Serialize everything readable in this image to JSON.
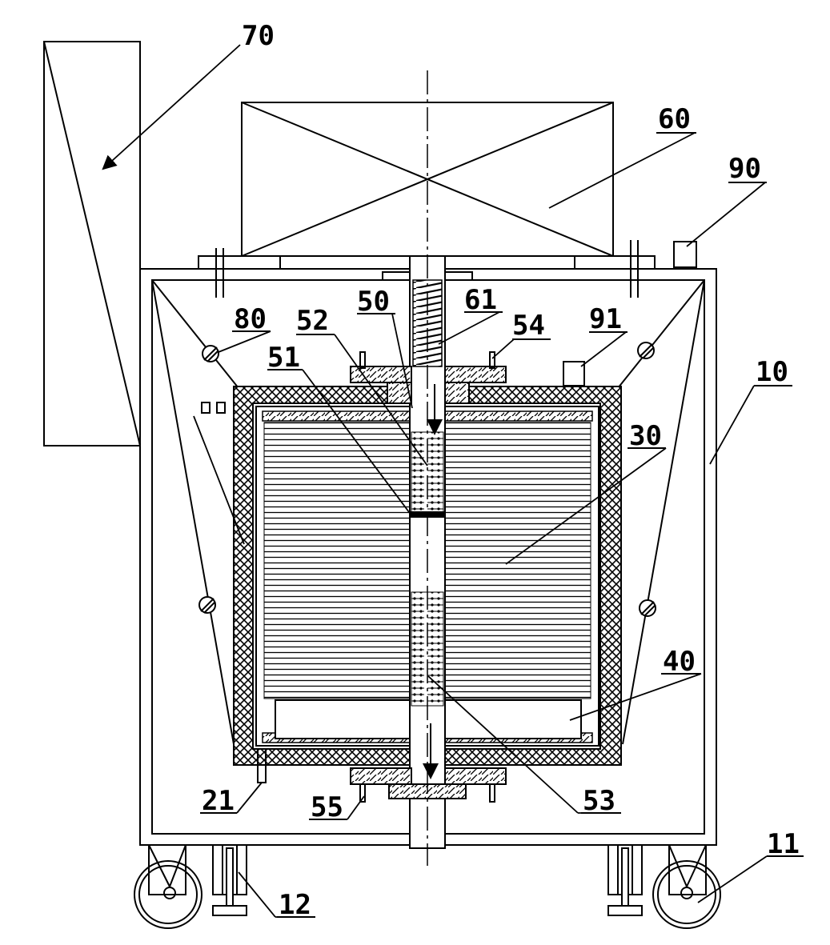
{
  "labels": {
    "l70": "70",
    "l60": "60",
    "l90": "90",
    "l80": "80",
    "l52": "52",
    "l50": "50",
    "l61": "61",
    "l54": "54",
    "l91": "91",
    "l51": "51",
    "l10": "10",
    "l30": "30",
    "l40": "40",
    "l21": "21",
    "l55": "55",
    "l53": "53",
    "l11": "11",
    "l12": "12"
  },
  "colors": {
    "ink": "#000000",
    "paper": "#ffffff"
  }
}
